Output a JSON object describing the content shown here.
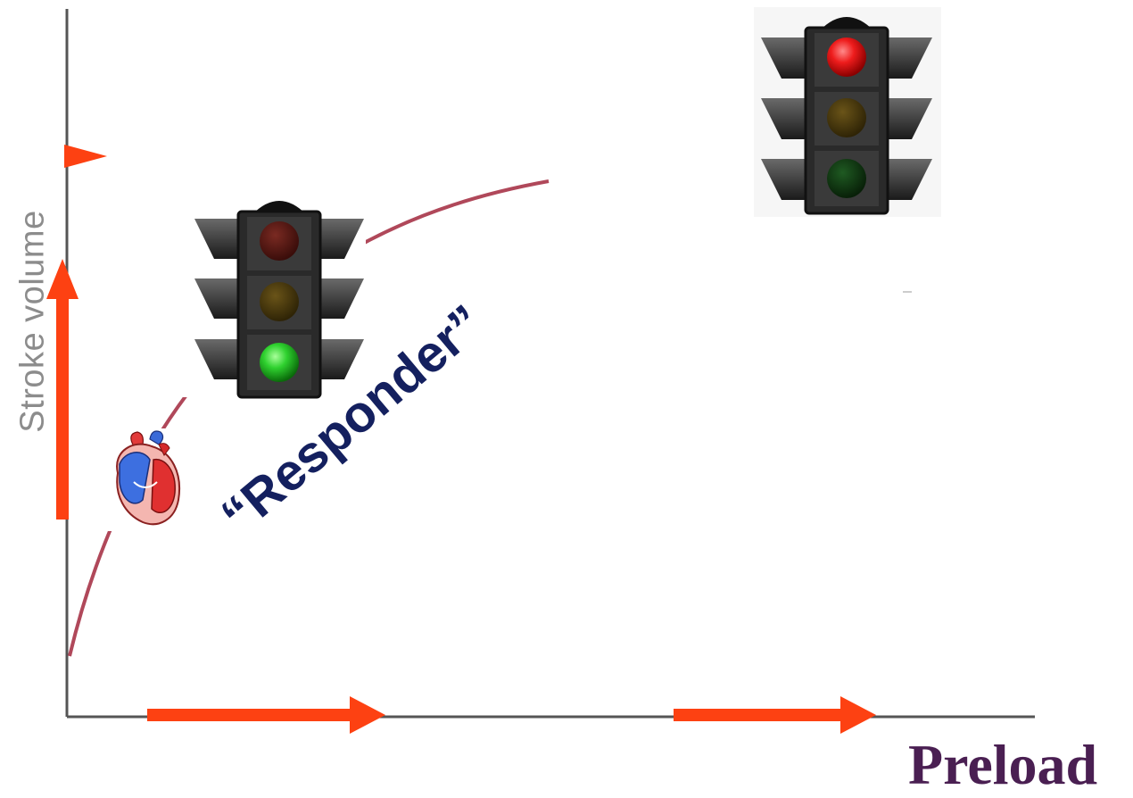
{
  "axes": {
    "ylabel": "Stroke volume",
    "xlabel": "Preload"
  },
  "annotation": {
    "responder": "“Responder”"
  },
  "traffic_lights": [
    {
      "name": "responder-light",
      "active": "green"
    },
    {
      "name": "non-responder-light",
      "active": "red"
    }
  ],
  "colors": {
    "arrow": "#fd4112",
    "curve": "#b0485a",
    "xlabel": "#4a1f52",
    "responder_text": "#14205f",
    "axis": "#555555"
  },
  "icons": [
    "heart-icon",
    "traffic-light-icon"
  ]
}
